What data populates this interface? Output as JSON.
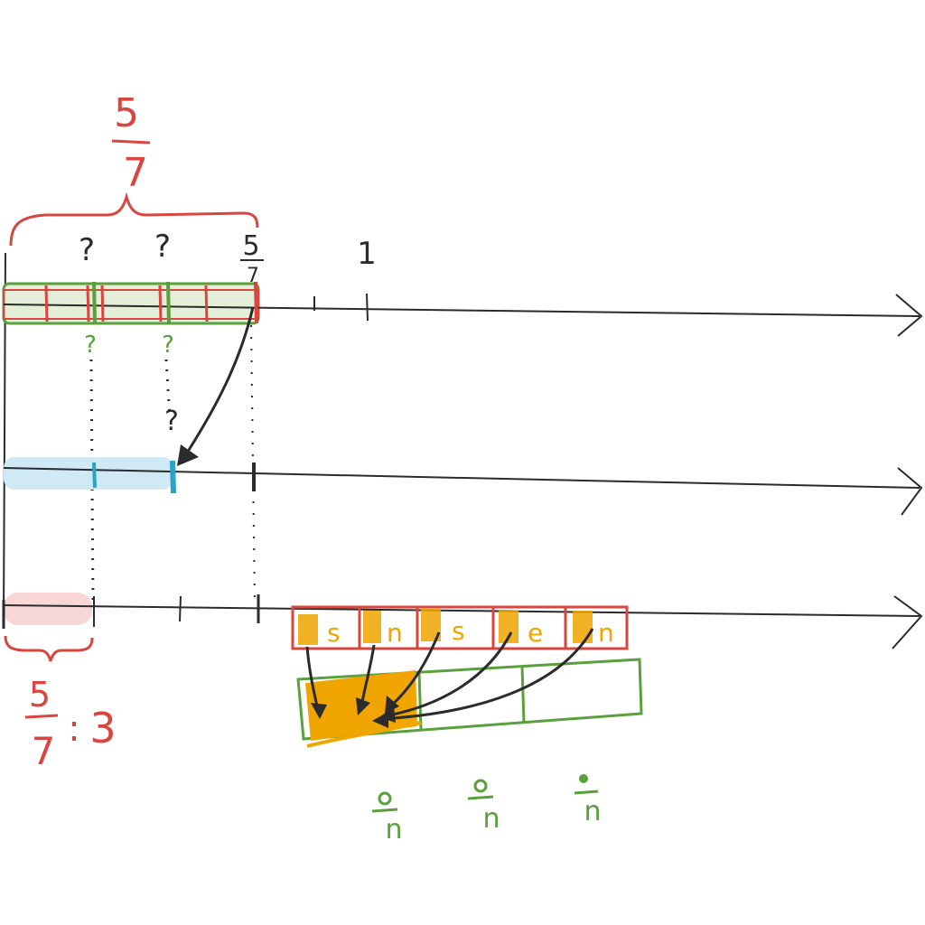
{
  "colors": {
    "red": "#d9453f",
    "green": "#5aa03c",
    "blue": "#29a3c6",
    "light_blue": "#cfeaf4",
    "light_green": "#e3efd8",
    "pink": "#f6d6d6",
    "orange": "#f0a500",
    "ink": "#2b2b2b"
  },
  "top": {
    "brace_fraction": {
      "num": "5",
      "den": "7"
    },
    "label_q1": "?",
    "label_q2": "?",
    "label_end": {
      "num": "5",
      "den": "7"
    },
    "label_one": "1",
    "green_q_below_1": "?",
    "green_q_below_2": "?"
  },
  "middle": {
    "label_q": "?"
  },
  "bottom": {
    "brace_fraction": {
      "num": "5",
      "den": "7"
    },
    "division_symbol": ":",
    "divisor": "3",
    "piece_labels": [
      "s",
      "n",
      "s",
      "e",
      "n"
    ],
    "green_labels": [
      "n",
      "n",
      "n"
    ]
  }
}
